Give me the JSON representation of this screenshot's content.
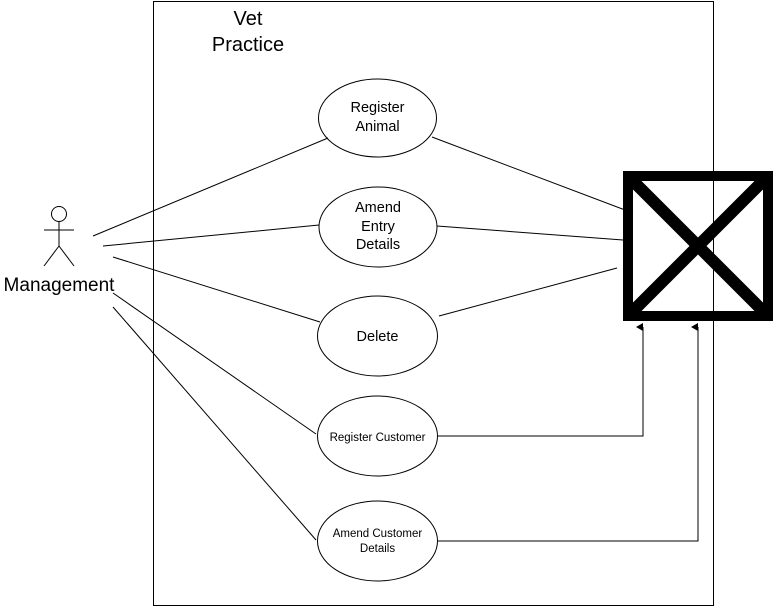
{
  "system": {
    "title_line1": "Vet",
    "title_line2": "Practice"
  },
  "actor": {
    "name": "Management"
  },
  "use_cases": [
    {
      "lines": [
        "Register",
        "Animal"
      ]
    },
    {
      "lines": [
        "Amend",
        "Entry",
        "Details"
      ]
    },
    {
      "lines": [
        "Delete"
      ]
    },
    {
      "lines": [
        "Register Customer"
      ]
    },
    {
      "lines": [
        "Amend Customer",
        "Details"
      ]
    }
  ],
  "external_system": {
    "icon": "crossed-box-placeholder-icon"
  },
  "colors": {
    "line": "#000000",
    "background": "#ffffff"
  }
}
